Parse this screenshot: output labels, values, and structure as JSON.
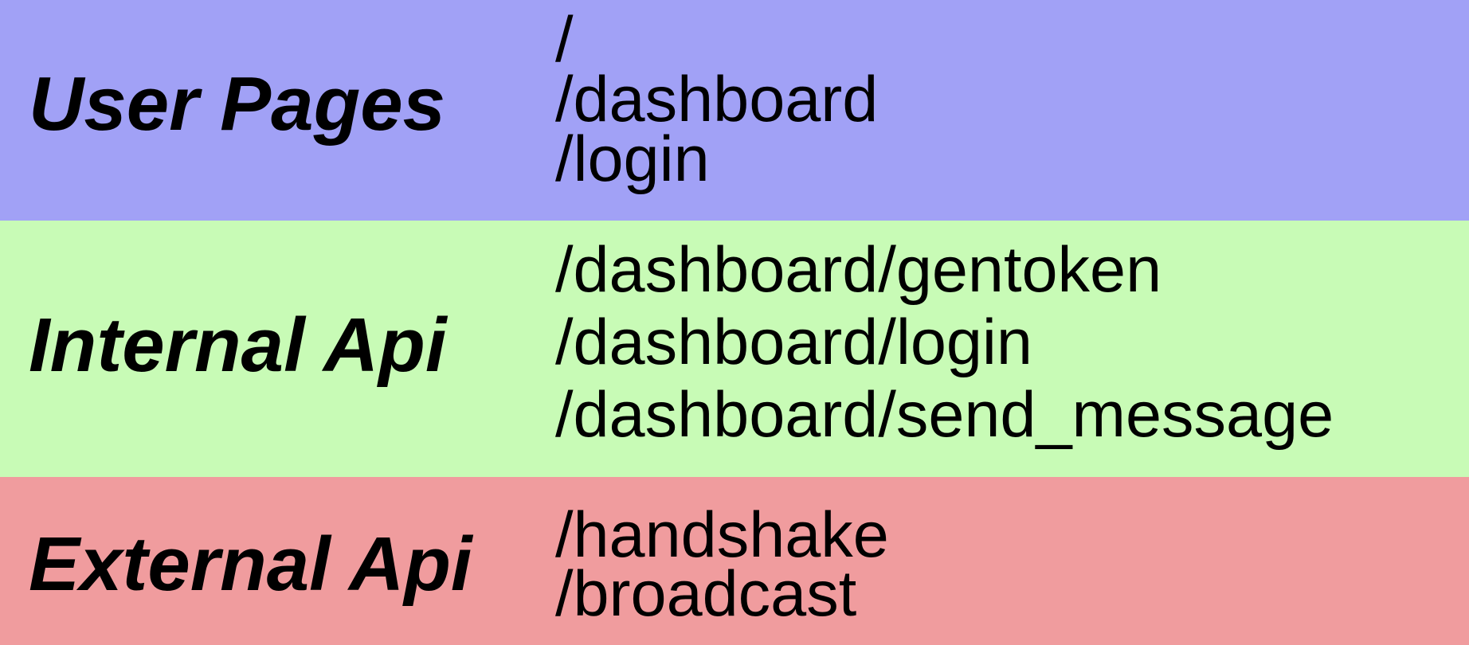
{
  "groups": [
    {
      "id": "user-pages",
      "title": "User Pages",
      "color": "#a1a1f6",
      "routes": [
        "/",
        "/dashboard",
        "/login"
      ]
    },
    {
      "id": "internal-api",
      "title": "Internal Api",
      "color": "#c8fbb6",
      "routes": [
        "/dashboard/gentoken",
        "/dashboard/login",
        "/dashboard/send_message"
      ]
    },
    {
      "id": "external-api",
      "title": "External Api",
      "color": "#f09c9e",
      "routes": [
        "/handshake",
        "/broadcast"
      ]
    }
  ]
}
